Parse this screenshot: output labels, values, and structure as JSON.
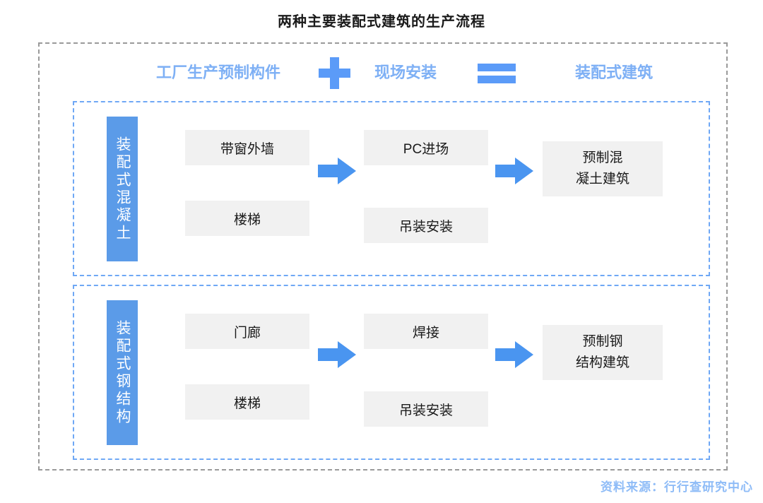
{
  "title": "两种主要装配式建筑的生产流程",
  "formula": {
    "factory": "工厂生产预制构件",
    "plus_icon": "plus-icon",
    "onsite": "现场安装",
    "equals_icon": "equals-icon",
    "result": "装配式建筑"
  },
  "rows": [
    {
      "category": "装配式混凝土",
      "factory_steps": [
        "带窗外墙",
        "楼梯"
      ],
      "onsite_steps": [
        "PC进场",
        "吊装安装"
      ],
      "result_lines": [
        "预制混",
        "凝土建筑"
      ]
    },
    {
      "category": "装配式钢结构",
      "factory_steps": [
        "门廊",
        "楼梯"
      ],
      "onsite_steps": [
        "焊接",
        "吊装安装"
      ],
      "result_lines": [
        "预制钢",
        "结构建筑"
      ]
    }
  ],
  "source": "资料来源：行行查研究中心",
  "colors": {
    "accent_blue": "#5B9BF8",
    "header_blue": "#7EB0F5",
    "label_blue": "#5B9BE8",
    "arrow_blue": "#4A95F0",
    "box_gray": "#F1F1F1",
    "outer_dash": "#9A9A9A",
    "panel_dash": "#6FA8F5",
    "source_blue": "#8FBCF7"
  }
}
